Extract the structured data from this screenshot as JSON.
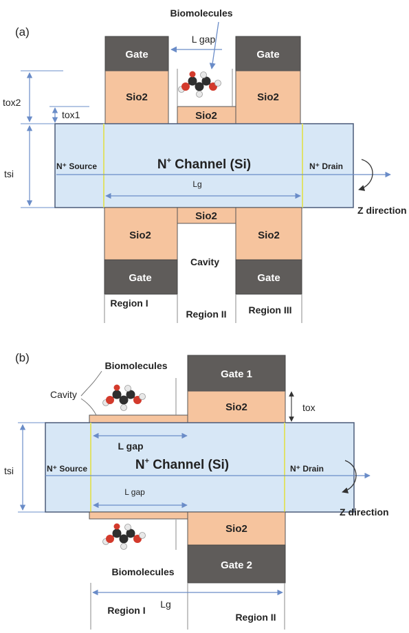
{
  "colors": {
    "gate": "#5f5c5a",
    "oxide": "#f6c49e",
    "channel": "#d7e7f6",
    "outline": "#4a5a78",
    "arrow": "#6a8cc8",
    "junction": "#dfe16a"
  },
  "icons": [
    "biomolecule-icon",
    "rotation-arrow-icon"
  ],
  "panel_a": {
    "label": "(a)",
    "biomolecules": "Biomolecules",
    "l_gap": "L gap",
    "gate_top_left": "Gate",
    "gate_top_right": "Gate",
    "sio2_top_left": "Sio2",
    "sio2_top_right": "Sio2",
    "sio2_top_center": "Sio2",
    "tox2": "tox2",
    "tox1": "tox1",
    "tsi": "tsi",
    "channel_n": "N",
    "channel_sup": "+",
    "channel_rest": " Channel (Si)",
    "source": "N⁺ Source",
    "drain": "N⁺ Drain",
    "lg": "Lg",
    "z_direction": "Z direction",
    "sio2_bottom_center": "Sio2",
    "sio2_bottom_left": "Sio2",
    "sio2_bottom_right": "Sio2",
    "cavity": "Cavity",
    "gate_bottom_left": "Gate",
    "gate_bottom_right": "Gate",
    "region_1": "Region I",
    "region_2": "Region II",
    "region_3": "Region III"
  },
  "panel_b": {
    "label": "(b)",
    "biomolecules_top": "Biomolecules",
    "cavity": "Cavity",
    "gate_1": "Gate 1",
    "sio2_top": "Sio2",
    "tox": "tox",
    "l_gap_top": "L gap",
    "tsi": "tsi",
    "source": "N⁺ Source",
    "channel_n": "N",
    "channel_sup": "+",
    "channel_rest": " Channel (Si)",
    "drain": "N⁺ Drain",
    "l_gap_bottom": "L gap",
    "z_direction": "Z direction",
    "sio2_bottom": "Sio2",
    "gate_2": "Gate 2",
    "biomolecules_bottom": "Biomolecules",
    "region_1": "Region I",
    "lg": "Lg",
    "region_2": "Region II"
  }
}
